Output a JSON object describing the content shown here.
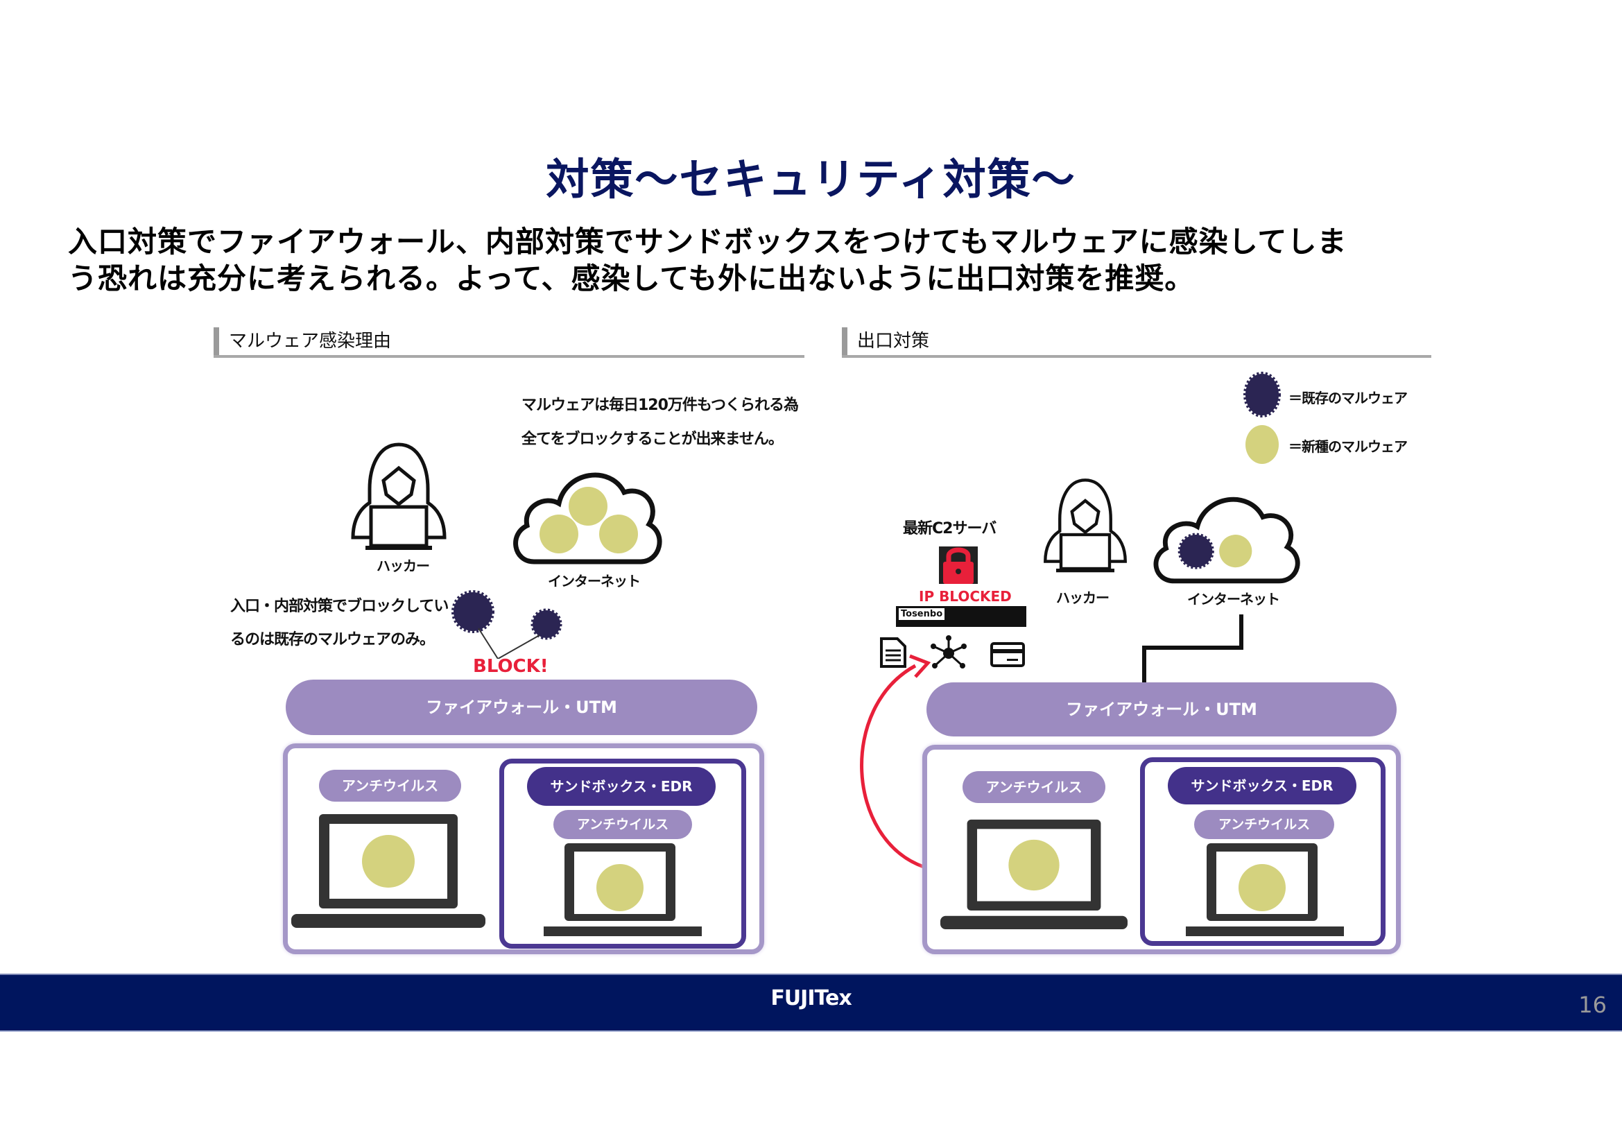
{
  "title": "対策～セキュリティ対策～",
  "intro": {
    "line1": "入口対策でファイアウォール、内部対策でサンドボックスをつけてもマルウェアに感染してしま",
    "line2": "う恐れは充分に考えられる。よって、感染しても外に出ないように出口対策を推奨。"
  },
  "left_panel": {
    "heading": "マルウェア感染理由",
    "note_line1": "マルウェアは毎日120万件もつくられる為",
    "note_line2": "全てをブロックすることが出来ません。",
    "hacker_label": "ハッカー",
    "internet_label": "インターネット",
    "block_note_line1": "入口・内部対策でブロックしてい",
    "block_note_line2": "るのは既存のマルウェアのみ。",
    "block_label": "BLOCK!",
    "firewall_label": "ファイアウォール・UTM",
    "antivirus_label": "アンチウイルス",
    "sandbox_label": "サンドボックス・EDR",
    "antivirus2_label": "アンチウイルス"
  },
  "right_panel": {
    "heading": "出口対策",
    "legend": [
      {
        "icon": "existing-malware-icon",
        "label": "＝既存のマルウェア",
        "color": "#2b2553"
      },
      {
        "icon": "new-malware-icon",
        "label": "＝新種のマルウェア",
        "color": "#d4d27e"
      }
    ],
    "c2_label": "最新C2サーバ",
    "ip_blocked_label": "IP BLOCKED",
    "device_label": "Tosenbo",
    "hacker_label": "ハッカー",
    "internet_label": "インターネット",
    "firewall_label": "ファイアウォール・UTM",
    "antivirus_label": "アンチウイルス",
    "sandbox_label": "サンドボックス・EDR",
    "antivirus2_label": "アンチウイルス"
  },
  "footer": {
    "logo": "FUJITex",
    "page_number": "16"
  },
  "colors": {
    "title": "#0a1660",
    "footer_bg": "#00155e",
    "pill_light": "#9c8bc0",
    "pill_dark": "#43318a",
    "alert_red": "#e8203a",
    "new_malware": "#d4d27e",
    "existing_malware": "#2b2553"
  }
}
